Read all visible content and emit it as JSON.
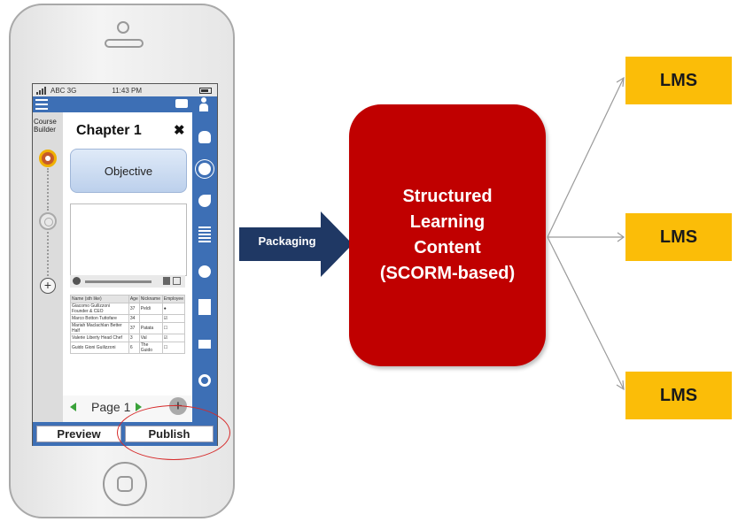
{
  "phone": {
    "status": {
      "carrier": "ABC 3G",
      "time": "11:43 PM"
    },
    "sidebar_label": "Course Builder",
    "chapter_title": "Chapter 1",
    "objective_label": "Objective",
    "table": {
      "headers": [
        "Name (sth like)",
        "Age",
        "Nickname",
        "Employee"
      ],
      "rows": [
        [
          "Giacomo Guilizzoni Founder & CEO",
          "37",
          "Peldi",
          "●"
        ],
        [
          "Marco Botton Tuttofare",
          "34",
          "",
          "☑"
        ],
        [
          "Mariah Maclachlan Better Half",
          "37",
          "Patata",
          "☐"
        ],
        [
          "Valerie Liberty Head Chef",
          "3",
          "Val",
          "☑"
        ],
        [
          "Guido Gioni Guilizzoni",
          "6",
          "The Guido",
          "☐"
        ]
      ]
    },
    "page_label": "Page 1",
    "preview_label": "Preview",
    "publish_label": "Publish"
  },
  "flow": {
    "packaging_label": "Packaging",
    "content_lines": [
      "Structured",
      "Learning",
      "Content",
      "(SCORM-based)"
    ],
    "lms_labels": [
      "LMS",
      "LMS",
      "LMS"
    ]
  },
  "colors": {
    "app_blue": "#3d6fb5",
    "arrow_navy": "#1f3864",
    "content_red": "#c00000",
    "lms_yellow": "#fbbd08",
    "highlight_red": "#d62a2a"
  }
}
